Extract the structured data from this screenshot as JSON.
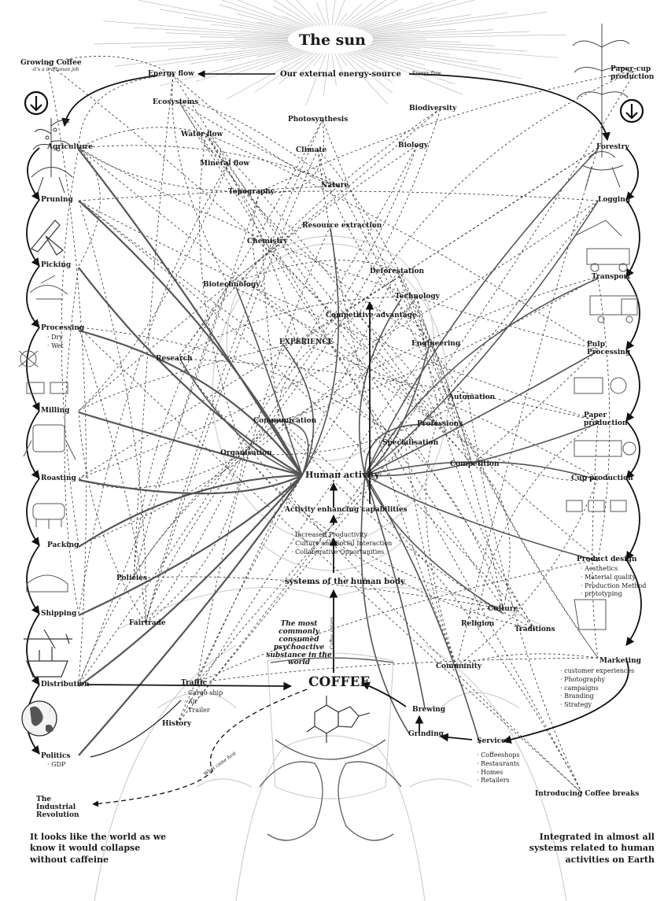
{
  "title": "The sun",
  "energy_source": "Our external energy-source",
  "energy_flow_small": "Energy flow",
  "growing_coffee": {
    "title": "Growing Coffee",
    "subtitle": "-it's a craftsman job"
  },
  "paper_cup": "Paper-cup production",
  "left_chain": [
    "Agriculture",
    "Pruning",
    "Picking",
    "Processing",
    "Milling",
    "Roasting",
    "Packing",
    "Shipping",
    "Distribution",
    "Politics"
  ],
  "processing_subs": [
    "Dry",
    "Wet"
  ],
  "politics_subs": [
    "GDP"
  ],
  "industrial_revolution": "The Industrial Revolution",
  "right_chain": [
    "Forestry",
    "Logging",
    "Transport",
    "Pulp Processing",
    "Paper production",
    "Cup production",
    "Product design",
    "Marketing"
  ],
  "product_design_subs": [
    "Aesthetics",
    "Material quality",
    "Production Method",
    "prototyping"
  ],
  "marketing_subs": [
    "customer experiences",
    "Photography",
    "campaigns",
    "Branding",
    "Strategy"
  ],
  "center_top": {
    "energy_flow": "Energy flow",
    "ecosystems": "Ecosystems",
    "photosynthesis": "Photosynthesis",
    "biodiversity": "Biodiversity",
    "water_flow": "Water flow",
    "climate": "Climate",
    "biology": "Biology",
    "mineral_flow": "Mineral flow",
    "nature": "Nature",
    "topography": "Topography",
    "resource_extraction": "Resource extraction",
    "chemistry": "Chemistry",
    "deforestation": "Deforestation",
    "biotechnology": "Biotechnology",
    "technology": "Technology",
    "competitive_advantage": "Competitive advantage",
    "experience": "EXPERIENCE",
    "engineering": "Engineering",
    "research": "Research",
    "automation": "Automation",
    "professions": "Professions",
    "communication": "Communication",
    "specialisation": "Specialisation",
    "organisation": "Organisation",
    "competition": "Competition"
  },
  "human_activity": "Human activity",
  "activity_capabilities": "Activity enhancing capabilities",
  "capability_subs": [
    "Increased Productivity",
    "Culture and Social Interaction",
    "Collaborative Opportunities"
  ],
  "systems_body": "systems of the human body",
  "psychoactive": "The most commonly consumed psychoactive substance in the world",
  "coffee_enters": "Coffee enters",
  "coffee": "COFFEE",
  "policies": "Policies",
  "fairtrade": "Fairtrade",
  "traffic": "Traffic",
  "traffic_subs": [
    "Cargo ship",
    "Air",
    "Trailer"
  ],
  "history": "History",
  "culture": "Culture",
  "religion": "Religion",
  "traditions": "Traditions",
  "community": "Community",
  "brewing": "Brewing",
  "grinding": "Grinding",
  "services": "Services",
  "services_subs": [
    "Coffeeshops",
    "Restaurants",
    "Homes",
    "Retailers"
  ],
  "coffee_breaks": "Introducing Coffee breaks",
  "what_came_first": "What came first",
  "footer_left": "It looks like the world as we know it would collapse without caffeine",
  "footer_right": "Integrated in almost all systems related to human activities on Earth",
  "icons": [
    "sun-rays-icon",
    "down-arrow-circle-icon",
    "coffee-plant-icon",
    "tree-icon",
    "pruning-shears-icon",
    "harvester-icon",
    "truck-icon",
    "globe-icon",
    "airplane-icon",
    "ship-icon",
    "molecule-icon",
    "hands-cup-icon"
  ]
}
